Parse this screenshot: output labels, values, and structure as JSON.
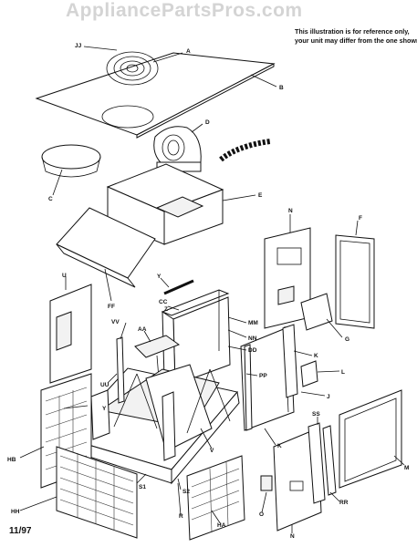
{
  "watermark": "AppliancePartsPros.com",
  "note_line1": "This illustration is for reference only,",
  "note_line2": "your unit may differ from the one shown",
  "date_code": "11/97",
  "labels": {
    "JJ": "JJ",
    "A": "A",
    "B": "B",
    "C": "C",
    "D": "D",
    "E": "E",
    "FF": "FF",
    "N1": "N",
    "F": "F",
    "U": "U",
    "Y1": "Y",
    "CC": "CC",
    "Z": "Z",
    "MM": "MM",
    "NN": "NN",
    "AA": "AA",
    "VV": "VV",
    "UU": "UU",
    "DD": "DD",
    "K1": "K",
    "PP": "PP",
    "G": "G",
    "L": "L",
    "J": "J",
    "Y2": "Y",
    "V": "V",
    "K2": "K",
    "SS": "SS",
    "HB": "HB",
    "S1": "S1",
    "S2": "S2",
    "M": "M",
    "HH": "HH",
    "R": "R",
    "HA": "HA",
    "O": "O",
    "N2": "N",
    "RR": "RR"
  }
}
